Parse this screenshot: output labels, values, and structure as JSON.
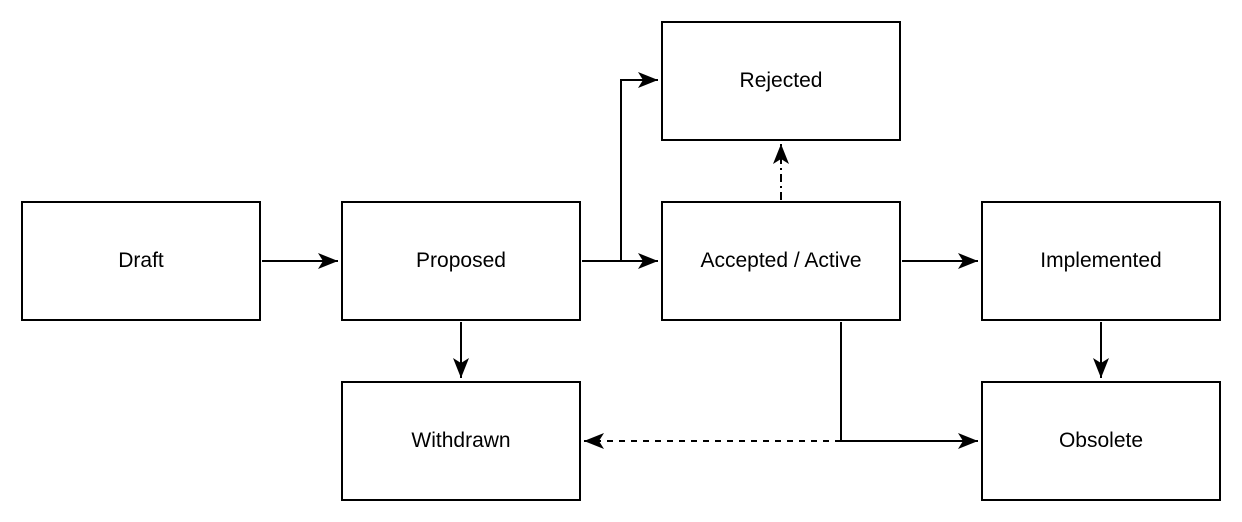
{
  "diagram": {
    "nodes": {
      "draft": "Draft",
      "proposed": "Proposed",
      "accepted": "Accepted / Active",
      "implemented": "Implemented",
      "rejected": "Rejected",
      "withdrawn": "Withdrawn",
      "obsolete": "Obsolete"
    },
    "edges": [
      {
        "from": "Draft",
        "to": "Proposed",
        "style": "solid"
      },
      {
        "from": "Proposed",
        "to": "Accepted / Active",
        "style": "solid"
      },
      {
        "from": "Proposed",
        "to": "Rejected",
        "style": "solid"
      },
      {
        "from": "Proposed",
        "to": "Withdrawn",
        "style": "solid"
      },
      {
        "from": "Accepted / Active",
        "to": "Rejected",
        "style": "dash-dot"
      },
      {
        "from": "Accepted / Active",
        "to": "Implemented",
        "style": "solid"
      },
      {
        "from": "Accepted / Active",
        "to": "Obsolete",
        "style": "solid"
      },
      {
        "from": "Accepted / Active",
        "to": "Withdrawn",
        "style": "dashed"
      },
      {
        "from": "Implemented",
        "to": "Obsolete",
        "style": "solid"
      }
    ],
    "colors": {
      "stroke": "#000000",
      "fill": "#ffffff",
      "text": "#000000"
    }
  }
}
